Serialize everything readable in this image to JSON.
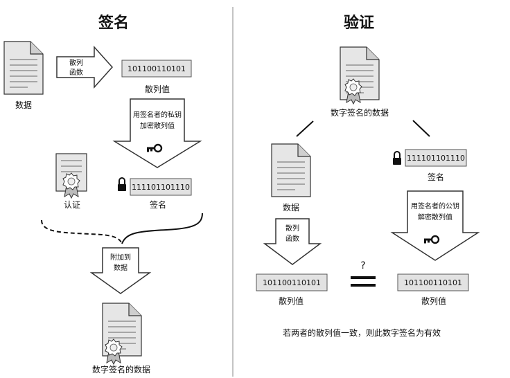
{
  "sign": {
    "title": "签名",
    "data_label": "数据",
    "hash_func_line1": "散列",
    "hash_func_line2": "函数",
    "hash_bits": "101100110101",
    "hash_label": "散列值",
    "encrypt_line1": "用签名者的私钥",
    "encrypt_line2": "加密散列值",
    "cert_label": "认证",
    "sig_bits": "111101101110",
    "sig_label": "签名",
    "attach_line1": "附加到",
    "attach_line2": "数据",
    "result_label": "数字签名的数据"
  },
  "verify": {
    "title": "验证",
    "signed_doc_label": "数字签名的数据",
    "data_label": "数据",
    "sig_bits": "111101101110",
    "sig_label": "签名",
    "hash_func_line1": "散列",
    "hash_func_line2": "函数",
    "decrypt_line1": "用签名者的公钥",
    "decrypt_line2": "解密散列值",
    "question": "?",
    "left_bits": "101100110101",
    "left_label": "散列值",
    "right_bits": "101100110101",
    "right_label": "散列值",
    "conclusion": "若两者的散列值一致，则此数字签名为有效"
  }
}
